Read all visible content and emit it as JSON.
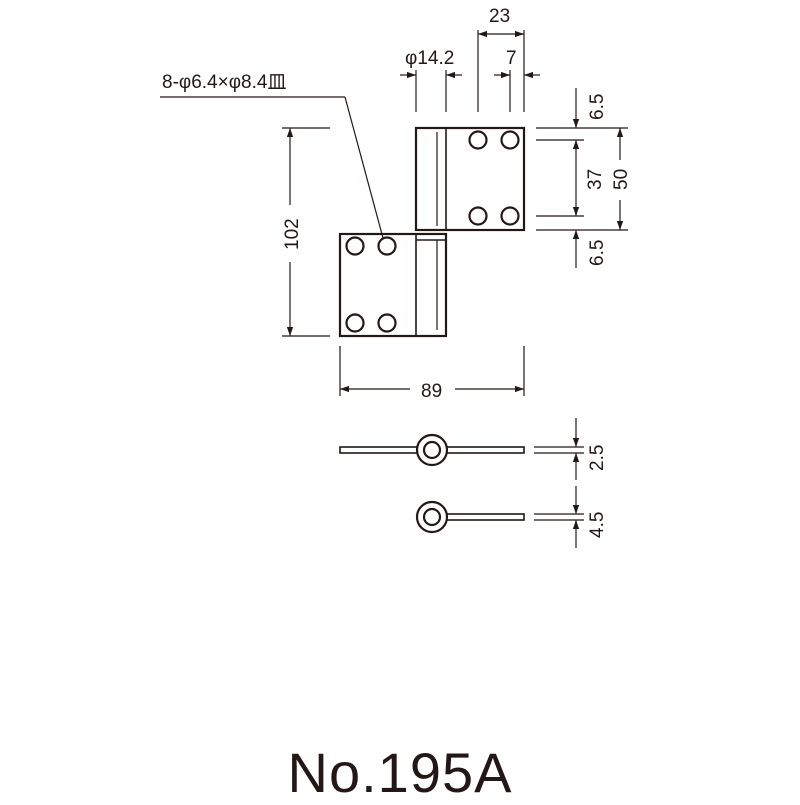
{
  "dimensions": {
    "hole_spec": "8-φ6.4×φ8.4皿",
    "knuckle_diameter": "φ14.2",
    "leaf_width_top": "23",
    "hole_offset": "7",
    "edge_top": "6.5",
    "hole_pitch": "37",
    "leaf_height": "50",
    "edge_bottom": "6.5",
    "overall_height": "102",
    "overall_width": "89",
    "thickness_a": "2.5",
    "thickness_b": "4.5"
  },
  "product": {
    "model_number": "No.195A"
  },
  "colors": {
    "line": "#231815",
    "background": "#ffffff"
  }
}
